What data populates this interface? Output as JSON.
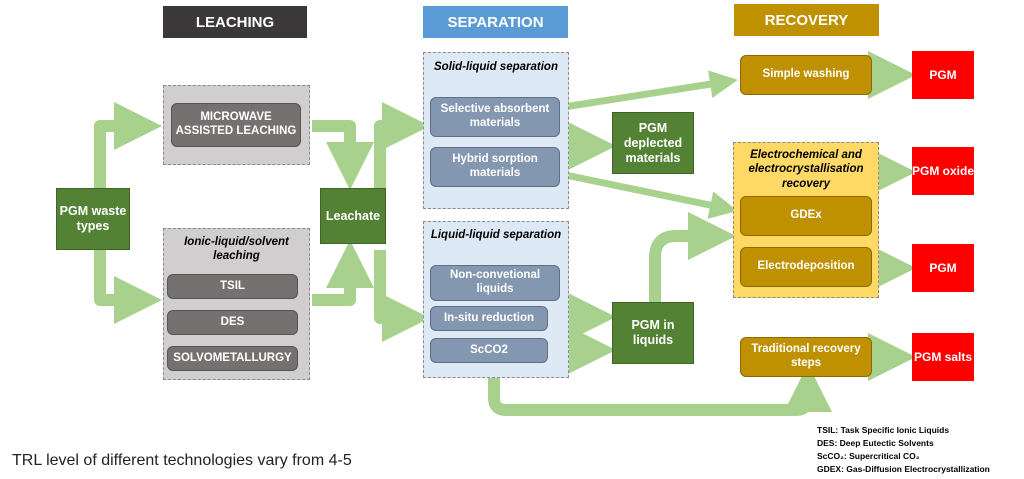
{
  "headers": {
    "leaching": "LEACHING",
    "separation": "SEPARATION",
    "recovery": "RECOVERY"
  },
  "colors": {
    "leaching_header": "#3a3838",
    "separation_header": "#5b9bd5",
    "recovery_header": "#bf9000",
    "arrow": "#a9d18e",
    "pgm_box": "#ff0000",
    "green_box": "#548235"
  },
  "start": {
    "pgm_waste": "PGM waste types"
  },
  "leaching": {
    "microwave": "MICROWAVE ASSISTED LEACHING",
    "ionic_title": "Ionic-liquid/solvent leaching",
    "tsil": "TSIL",
    "des": "DES",
    "solvometallurgy": "SOLVOMETALLURGY"
  },
  "leachate": "Leachate",
  "separation": {
    "solid_liquid_title": "Solid-liquid separation",
    "selective": "Selective absorbent materials",
    "hybrid": "Hybrid sorption materials",
    "liquid_liquid_title": "Liquid-liquid separation",
    "non_conventional": "Non-convetional liquids",
    "in_situ": "In-situ reduction",
    "scco2": "ScCO2"
  },
  "intermediates": {
    "pgm_deplected": "PGM deplected materials",
    "pgm_liquids": "PGM in liquids"
  },
  "recovery": {
    "simple_washing": "Simple washing",
    "electro_title": "Electrochemical and electrocrystallisation recovery",
    "gdex": "GDEx",
    "electrodeposition": "Electrodeposition",
    "traditional": "Traditional recovery steps"
  },
  "outputs": {
    "pgm1": "PGM",
    "pgm_oxide": "PGM oxide",
    "pgm2": "PGM",
    "pgm_salts": "PGM salts"
  },
  "footnote": "TRL level of different technologies vary from 4-5",
  "legend": {
    "tsil": "TSIL: Task Specific Ionic Liquids",
    "des": "DES: Deep Eutectic Solvents",
    "scco2": "ScCO₂: Supercritical CO₂",
    "gdex": "GDEX: Gas-Diffusion Electrocrystallization"
  }
}
